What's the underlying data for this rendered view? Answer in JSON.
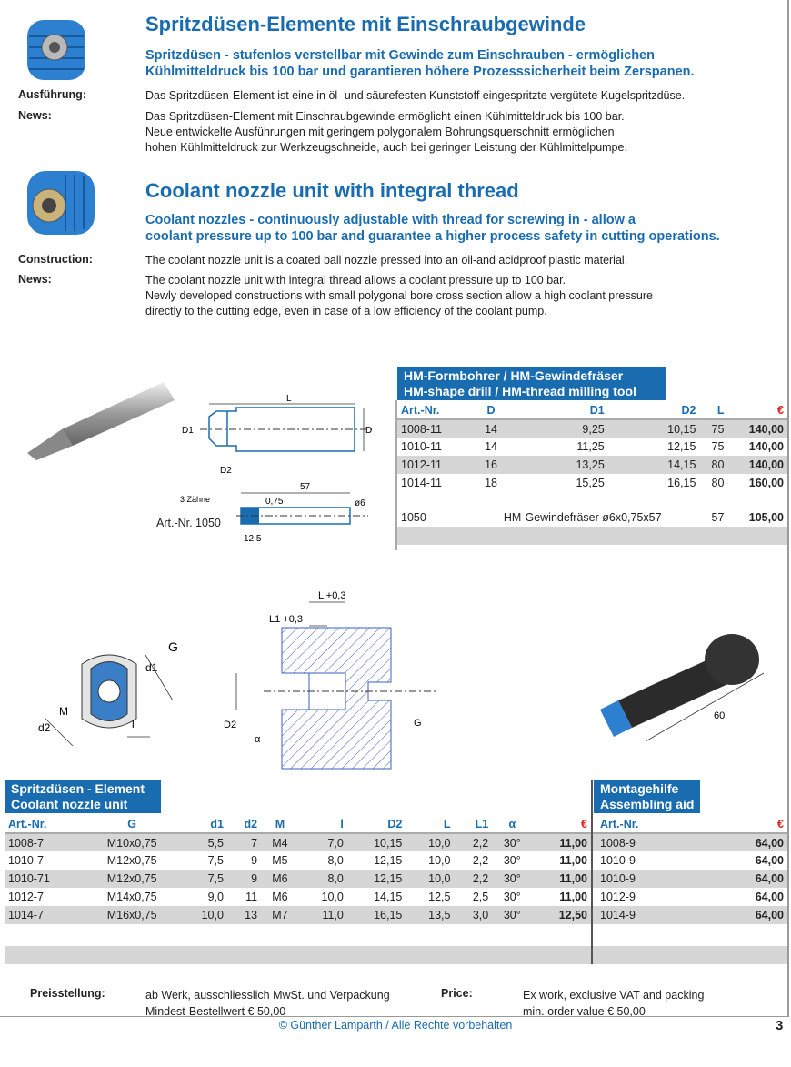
{
  "de": {
    "title": "Spritzdüsen-Elemente mit Einschraubgewinde",
    "subtitle": [
      "Spritzdüsen - stufenlos verstellbar mit Gewinde zum Einschrauben - ermöglichen",
      "Kühlmitteldruck bis 100 bar und garantieren höhere Prozesssicherheit beim Zerspanen."
    ],
    "construction_label": "Ausführung:",
    "construction": "Das Spritzdüsen-Element ist eine in öl- und säurefesten Kunststoff eingespritzte vergütete Kugelspritzdüse.",
    "news_label": "News:",
    "news": [
      "Das Spritzdüsen-Element mit Einschraubgewinde ermöglicht einen Kühlmitteldruck bis 100 bar.",
      "Neue entwickelte Ausführungen mit geringem polygonalem Bohrungsquerschnitt ermöglichen",
      "hohen Kühlmitteldruck zur Werkzeugschneide, auch bei geringer Leistung der Kühlmittelpumpe."
    ]
  },
  "en": {
    "title": "Coolant nozzle unit with integral thread",
    "subtitle": [
      "Coolant nozzles - continuously adjustable with thread for screwing in - allow a",
      "coolant pressure up to 100 bar and guarantee a higher process safety in cutting operations."
    ],
    "construction_label": "Construction:",
    "construction": "The coolant nozzle unit is a coated ball nozzle pressed into an oil-and acidproof plastic material.",
    "news_label": "News:",
    "news": [
      "The coolant nozzle unit with integral thread allows a coolant pressure up to 100 bar.",
      "Newly developed constructions with small polygonal bore cross section allow a high coolant pressure",
      "directly to the cutting edge, even in case of a low efficiency of the coolant pump."
    ]
  },
  "drawing_labels": {
    "L": "L",
    "D1": "D1",
    "D2": "D2",
    "D": "D",
    "len57": "57",
    "pitch": "0,75",
    "dia6": "ø6",
    "teeth": "3 Zähne",
    "len125": "12,5",
    "art1050": "Art.-Nr. 1050",
    "Lplus": "L +0,3",
    "L1plus": "L1 +0,3",
    "G": "G",
    "d1": "d1",
    "d2": "d2",
    "M": "M",
    "l": "l",
    "alpha": "α",
    "len60": "60"
  },
  "hm_table": {
    "title": [
      "HM-Formbohrer / HM-Gewindefräser",
      "HM-shape drill / HM-thread milling tool"
    ],
    "headers": [
      "Art.-Nr.",
      "D",
      "D1",
      "D2",
      "L",
      "€"
    ],
    "rows": [
      [
        "1008-11",
        "14",
        "9,25",
        "10,15",
        "75",
        "140,00"
      ],
      [
        "1010-11",
        "14",
        "11,25",
        "12,15",
        "75",
        "140,00"
      ],
      [
        "1012-11",
        "16",
        "13,25",
        "14,15",
        "80",
        "140,00"
      ],
      [
        "1014-11",
        "18",
        "15,25",
        "16,15",
        "80",
        "160,00"
      ]
    ],
    "extra": {
      "art": "1050",
      "desc": "HM-Gewindefräser ø6x0,75x57",
      "L": "57",
      "price": "105,00"
    }
  },
  "nozzle_table": {
    "title": [
      "Spritzdüsen - Element",
      "Coolant nozzle unit"
    ],
    "headers": [
      "Art.-Nr.",
      "G",
      "d1",
      "d2",
      "M",
      "l",
      "D2",
      "L",
      "L1",
      "α",
      "€"
    ],
    "rows": [
      [
        "1008-7",
        "M10x0,75",
        "5,5",
        "7",
        "M4",
        "7,0",
        "10,15",
        "10,0",
        "2,2",
        "30°",
        "11,00"
      ],
      [
        "1010-7",
        "M12x0,75",
        "7,5",
        "9",
        "M5",
        "8,0",
        "12,15",
        "10,0",
        "2,2",
        "30°",
        "11,00"
      ],
      [
        "1010-71",
        "M12x0,75",
        "7,5",
        "9",
        "M6",
        "8,0",
        "12,15",
        "10,0",
        "2,2",
        "30°",
        "11,00"
      ],
      [
        "1012-7",
        "M14x0,75",
        "9,0",
        "11",
        "M6",
        "10,0",
        "14,15",
        "12,5",
        "2,5",
        "30°",
        "11,00"
      ],
      [
        "1014-7",
        "M16x0,75",
        "10,0",
        "13",
        "M7",
        "11,0",
        "16,15",
        "13,5",
        "3,0",
        "30°",
        "12,50"
      ]
    ]
  },
  "aid_table": {
    "title": [
      "Montagehilfe",
      "Assembling aid"
    ],
    "headers": [
      "Art.-Nr.",
      "€"
    ],
    "rows": [
      [
        "1008-9",
        "64,00"
      ],
      [
        "1010-9",
        "64,00"
      ],
      [
        "1010-9",
        "64,00"
      ],
      [
        "1012-9",
        "64,00"
      ],
      [
        "1014-9",
        "64,00"
      ]
    ]
  },
  "pricing": {
    "de_label": "Preisstellung:",
    "de": [
      "ab Werk, ausschliesslich MwSt. und Verpackung",
      "Mindest-Bestellwert € 50,00"
    ],
    "en_label": "Price:",
    "en": [
      "Ex work, exclusive VAT and packing",
      "min. order value € 50,00"
    ]
  },
  "footer": {
    "copyright": "© Günther Lamparth / Alle Rechte vorbehalten",
    "page": "3"
  },
  "colors": {
    "brand": "#1a6cb0",
    "euro": "#e0201a",
    "row": "#d6d6d6"
  }
}
